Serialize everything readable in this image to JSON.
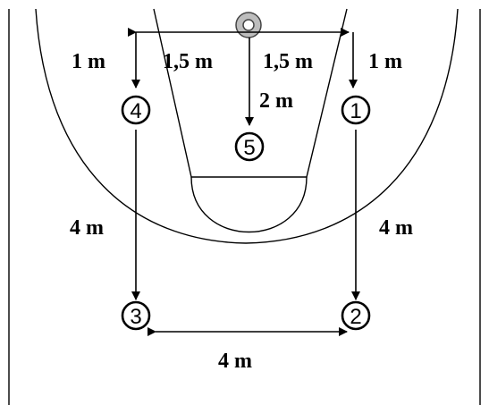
{
  "players": [
    {
      "id": "p1",
      "label": "1"
    },
    {
      "id": "p2",
      "label": "2"
    },
    {
      "id": "p3",
      "label": "3"
    },
    {
      "id": "p4",
      "label": "4"
    },
    {
      "id": "p5",
      "label": "5"
    }
  ],
  "distances": {
    "top_left": "1 m",
    "top_inner_left": "1,5  m",
    "top_inner_right": "1,5  m",
    "top_right": "1 m",
    "vertical_center": "2  m",
    "left_side": "4 m",
    "right_side": "4 m",
    "bottom": "4 m"
  }
}
